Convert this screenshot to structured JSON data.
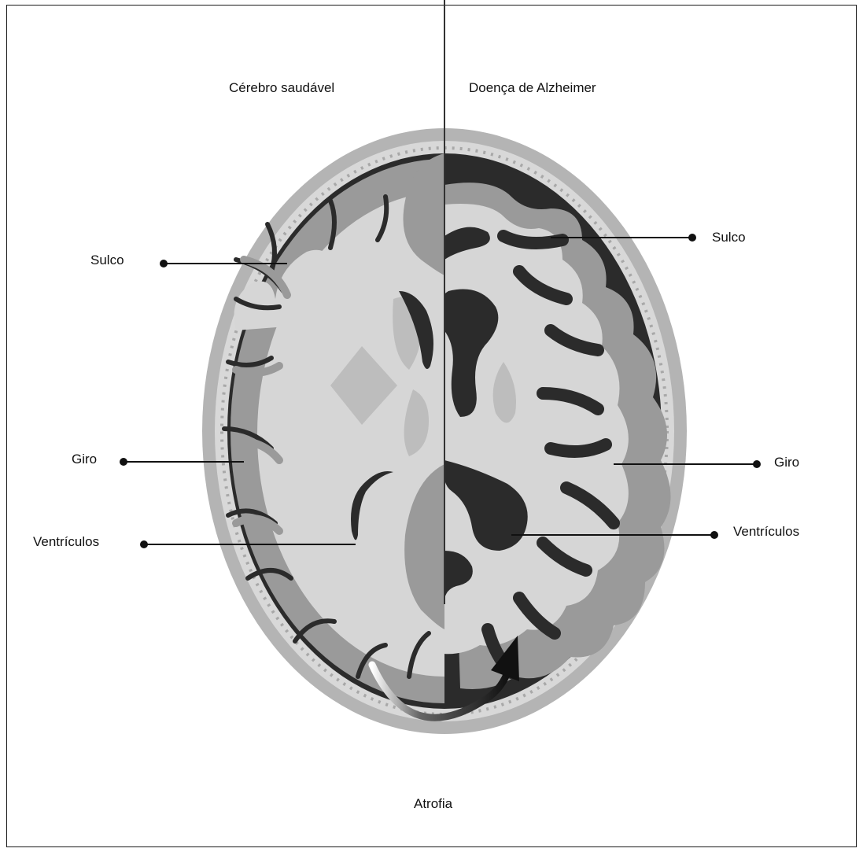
{
  "headings": {
    "healthy": "Cérebro saudável",
    "alzheimer": "Doença de Alzheimer"
  },
  "labels": {
    "left": {
      "sulco": "Sulco",
      "giro": "Giro",
      "ventriculos": "Ventrículos"
    },
    "right": {
      "sulco": "Sulco",
      "giro": "Giro",
      "ventriculos": "Ventrículos"
    }
  },
  "caption": "Atrofia",
  "colors": {
    "scalp": "#b4b4b4",
    "skull": "#d8d8d8",
    "dark": "#2b2b2b",
    "grey_matter": "#9a9a9a",
    "white_matter": "#d6d6d6",
    "deep_nuclei": "#bdbdbd"
  }
}
